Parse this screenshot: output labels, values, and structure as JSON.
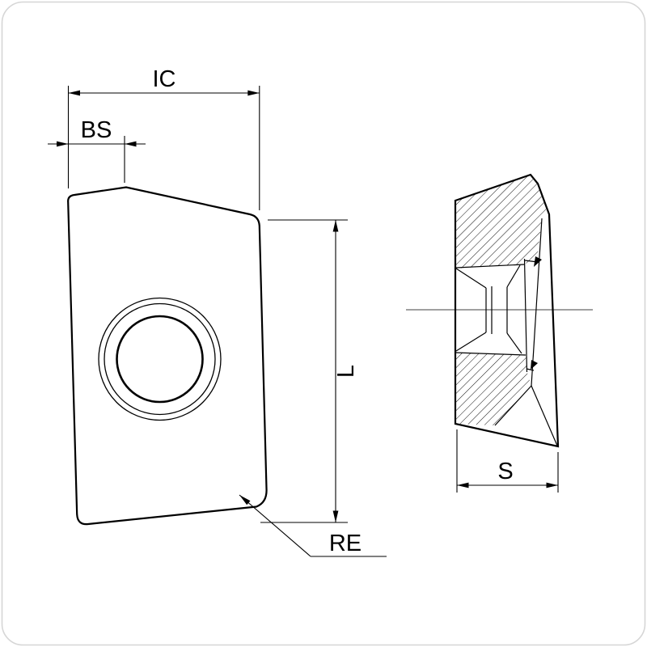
{
  "drawing": {
    "labels": {
      "ic": "IC",
      "bs": "BS",
      "l": "L",
      "re": "RE",
      "s": "S"
    },
    "colors": {
      "line": "#000000",
      "background": "#ffffff",
      "frame": "#d6d6d6",
      "hatch": "#111111"
    }
  }
}
